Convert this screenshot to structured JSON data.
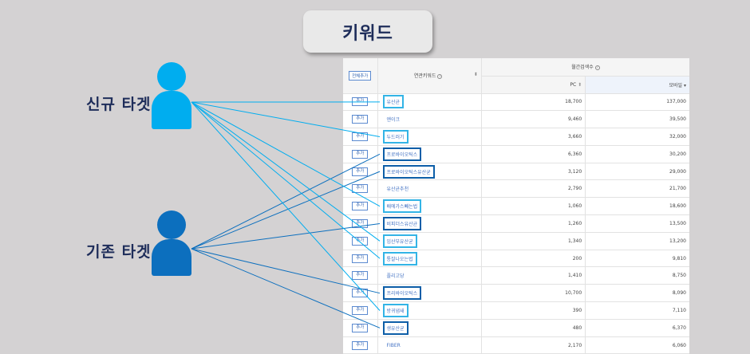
{
  "title": "키워드",
  "targets": {
    "new_label": "신규 타겟",
    "existing_label": "기존 타겟"
  },
  "colors": {
    "new_target": "#00adef",
    "existing_target": "#0c6fbe",
    "background": "#d4d2d3"
  },
  "table": {
    "add_all_label": "전체추가",
    "keyword_header": "연관키워드",
    "monthly_header": "월간검색수",
    "pc_header": "PC",
    "mobile_header": "모바일",
    "add_label": "추가",
    "rows": [
      {
        "keyword": "유산균",
        "pc": "18,700",
        "mobile": "137,000",
        "box": "new"
      },
      {
        "keyword": "엔이크",
        "pc": "9,460",
        "mobile": "39,500",
        "box": ""
      },
      {
        "keyword": "두드러기",
        "pc": "3,660",
        "mobile": "32,000",
        "box": "new"
      },
      {
        "keyword": "프로바이오틱스",
        "pc": "6,360",
        "mobile": "30,200",
        "box": "old"
      },
      {
        "keyword": "프로바이오틱스유산균",
        "pc": "3,120",
        "mobile": "29,000",
        "box": "old"
      },
      {
        "keyword": "유산균추천",
        "pc": "2,790",
        "mobile": "21,700",
        "box": ""
      },
      {
        "keyword": "배에가스빼는법",
        "pc": "1,060",
        "mobile": "18,600",
        "box": "new"
      },
      {
        "keyword": "비피더스유산균",
        "pc": "1,260",
        "mobile": "13,500",
        "box": "old"
      },
      {
        "keyword": "임산부유산균",
        "pc": "1,340",
        "mobile": "13,200",
        "box": "new"
      },
      {
        "keyword": "통잘나오는법",
        "pc": "200",
        "mobile": "9,810",
        "box": "new"
      },
      {
        "keyword": "플리고당",
        "pc": "1,410",
        "mobile": "8,750",
        "box": ""
      },
      {
        "keyword": "프리바이오틱스",
        "pc": "10,700",
        "mobile": "8,090",
        "box": "old"
      },
      {
        "keyword": "방귀냄새",
        "pc": "390",
        "mobile": "7,110",
        "box": "new"
      },
      {
        "keyword": "생유산균",
        "pc": "480",
        "mobile": "6,370",
        "box": "old"
      },
      {
        "keyword": "FIBER",
        "pc": "2,170",
        "mobile": "6,060",
        "box": ""
      }
    ]
  }
}
